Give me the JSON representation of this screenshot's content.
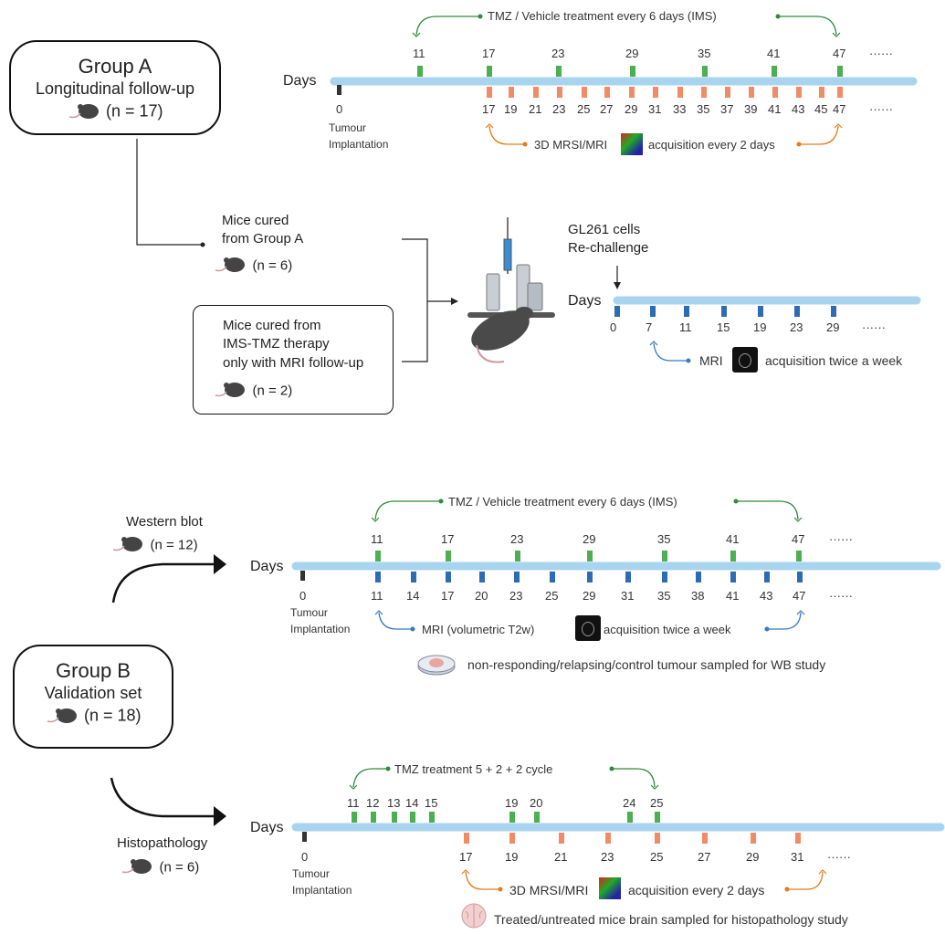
{
  "colors": {
    "axis": "#a9d4f0",
    "green": "#4caf50",
    "orange": "#f08a67",
    "blue": "#2d6cb5",
    "black": "#333333",
    "green_arc": "#2e8b3a",
    "orange_arc": "#e87a1c",
    "blue_arc": "#3a78c2"
  },
  "groupA": {
    "title": "Group A",
    "subtitle": "Longitudinal follow-up",
    "count": "(n = 17)",
    "timeline": {
      "days_label": "Days",
      "top_label": "TMZ / Vehicle  treatment every 6 days (IMS)",
      "top_ticks": [
        "11",
        "17",
        "23",
        "29",
        "35",
        "41",
        "47"
      ],
      "bottom_ticks": [
        "17",
        "19",
        "21",
        "23",
        "25",
        "27",
        "29",
        "31",
        "33",
        "35",
        "37",
        "39",
        "41",
        "43",
        "45",
        "47"
      ],
      "zero": "0",
      "tumour": "Tumour",
      "implantation": "Implantation",
      "bottom_label_a": "3D MRSI/MRI",
      "bottom_label_b": "acquisition every 2 days",
      "ellipsis": "······"
    }
  },
  "cured": {
    "fromA": "Mice cured\nfrom Group A",
    "fromA_count": "(n = 6)",
    "imsTMZ": "Mice cured from\nIMS-TMZ therapy\nonly with MRI follow-up",
    "imsTMZ_count": "(n = 2)",
    "gl261": "GL261 cells\nRe-challenge",
    "days_label": "Days",
    "ticks": [
      "0",
      "7",
      "11",
      "15",
      "19",
      "23",
      "29"
    ],
    "ellipsis": "······",
    "mri_label_a": "MRI",
    "mri_label_b": "acquisition twice a week"
  },
  "groupB": {
    "title": "Group B",
    "subtitle": "Validation set",
    "count": "(n = 18)",
    "western": {
      "label": "Western blot",
      "count": "(n = 12)",
      "days_label": "Days",
      "top_label": "TMZ / Vehicle  treatment every 6 days (IMS)",
      "top_ticks": [
        "11",
        "17",
        "23",
        "29",
        "35",
        "41",
        "47"
      ],
      "bottom_ticks": [
        "11",
        "14",
        "17",
        "20",
        "23",
        "25",
        "29",
        "31",
        "35",
        "38",
        "41",
        "43",
        "47"
      ],
      "zero": "0",
      "tumour": "Tumour",
      "implantation": "Implantation",
      "mri_label_a": "MRI (volumetric T2w)",
      "mri_label_b": "acquisition twice a week",
      "wb_note": "non-responding/relapsing/control tumour sampled for WB study",
      "ellipsis": "······"
    },
    "histo": {
      "label": "Histopathology",
      "count": "(n = 6)",
      "days_label": "Days",
      "top_label": "TMZ treatment 5 + 2 + 2 cycle",
      "top_ticks": [
        "11",
        "12",
        "13",
        "14",
        "15",
        "19",
        "20",
        "24",
        "25"
      ],
      "bottom_ticks": [
        "17",
        "19",
        "21",
        "23",
        "25",
        "27",
        "29",
        "31"
      ],
      "zero": "0",
      "tumour": "Tumour",
      "implantation": "Implantation",
      "bottom_label_a": "3D MRSI/MRI",
      "bottom_label_b": "acquisition every 2 days",
      "histo_note": "Treated/untreated mice brain sampled for histopathology study",
      "ellipsis": "······"
    }
  }
}
